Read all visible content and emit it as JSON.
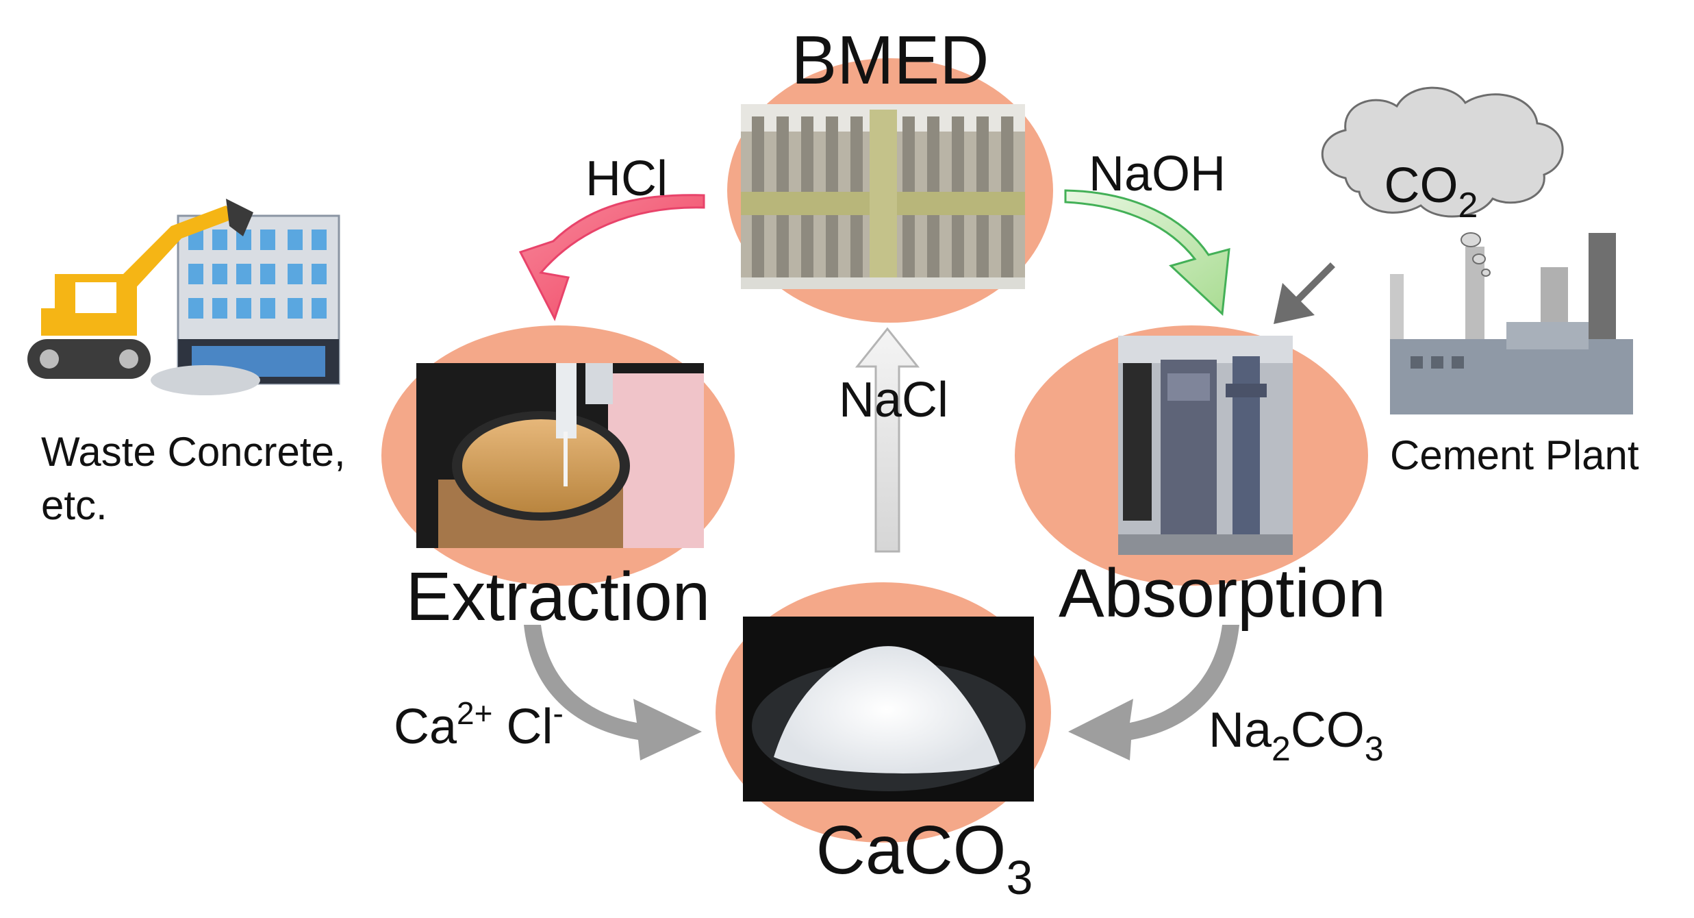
{
  "nodes": {
    "bmed": {
      "label": "BMED"
    },
    "extraction": {
      "label": "Extraction"
    },
    "absorption": {
      "label": "Absorption"
    },
    "caco3": {
      "label_main": "CaCO",
      "label_sub": "3"
    }
  },
  "flows": {
    "hcl": {
      "label": "HCl"
    },
    "naoh": {
      "label": "NaOH"
    },
    "nacl": {
      "label": "NaCl"
    },
    "ca_cl": {
      "part1": "Ca",
      "sup1": "2+",
      "part2": " Cl",
      "sup2": "-"
    },
    "na2co3": {
      "part1": "Na",
      "sub1": "2",
      "part2": "CO",
      "sub2": "3"
    }
  },
  "sources": {
    "waste": {
      "line1": "Waste Concrete,",
      "line2": "etc."
    },
    "cement": {
      "label": "Cement Plant"
    },
    "co2": {
      "main": "CO",
      "sub": "2"
    }
  },
  "colors": {
    "node_fill": "#f4a889",
    "hcl_arrow": "#f25572",
    "naoh_arrow": "#b9e3a6",
    "neutral_arrow": "#9e9e9e",
    "cloud": "#d9d9d9"
  }
}
